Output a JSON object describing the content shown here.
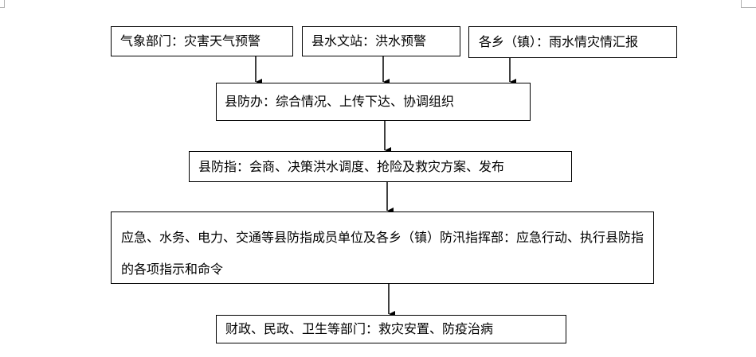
{
  "diagram": {
    "nodes": {
      "weather": "气象部门：灾害天气预警",
      "hydrology": "县水文站：洪水预警",
      "townships": "各乡（镇）：雨水情灾情汇报",
      "county_office": "县防办：综合情况、上传下达、协调组织",
      "county_command": "县防指：会商、决策洪水调度、抢险及救灾方案、发布",
      "member_units": "应急、水务、电力、交通等县防指成员单位及各乡（镇）防汛指挥部：应急行动、执行县防指的各项指示和命令",
      "relief_depts": "财政、民政、卫生等部门：救灾安置、防疫治病"
    },
    "edges": [
      [
        "weather",
        "county_office"
      ],
      [
        "hydrology",
        "county_office"
      ],
      [
        "townships",
        "county_office"
      ],
      [
        "county_office",
        "county_command"
      ],
      [
        "county_command",
        "member_units"
      ],
      [
        "member_units",
        "relief_depts"
      ]
    ],
    "colors": {
      "line": "#000000",
      "border": "#000000",
      "background": "#ffffff"
    }
  }
}
